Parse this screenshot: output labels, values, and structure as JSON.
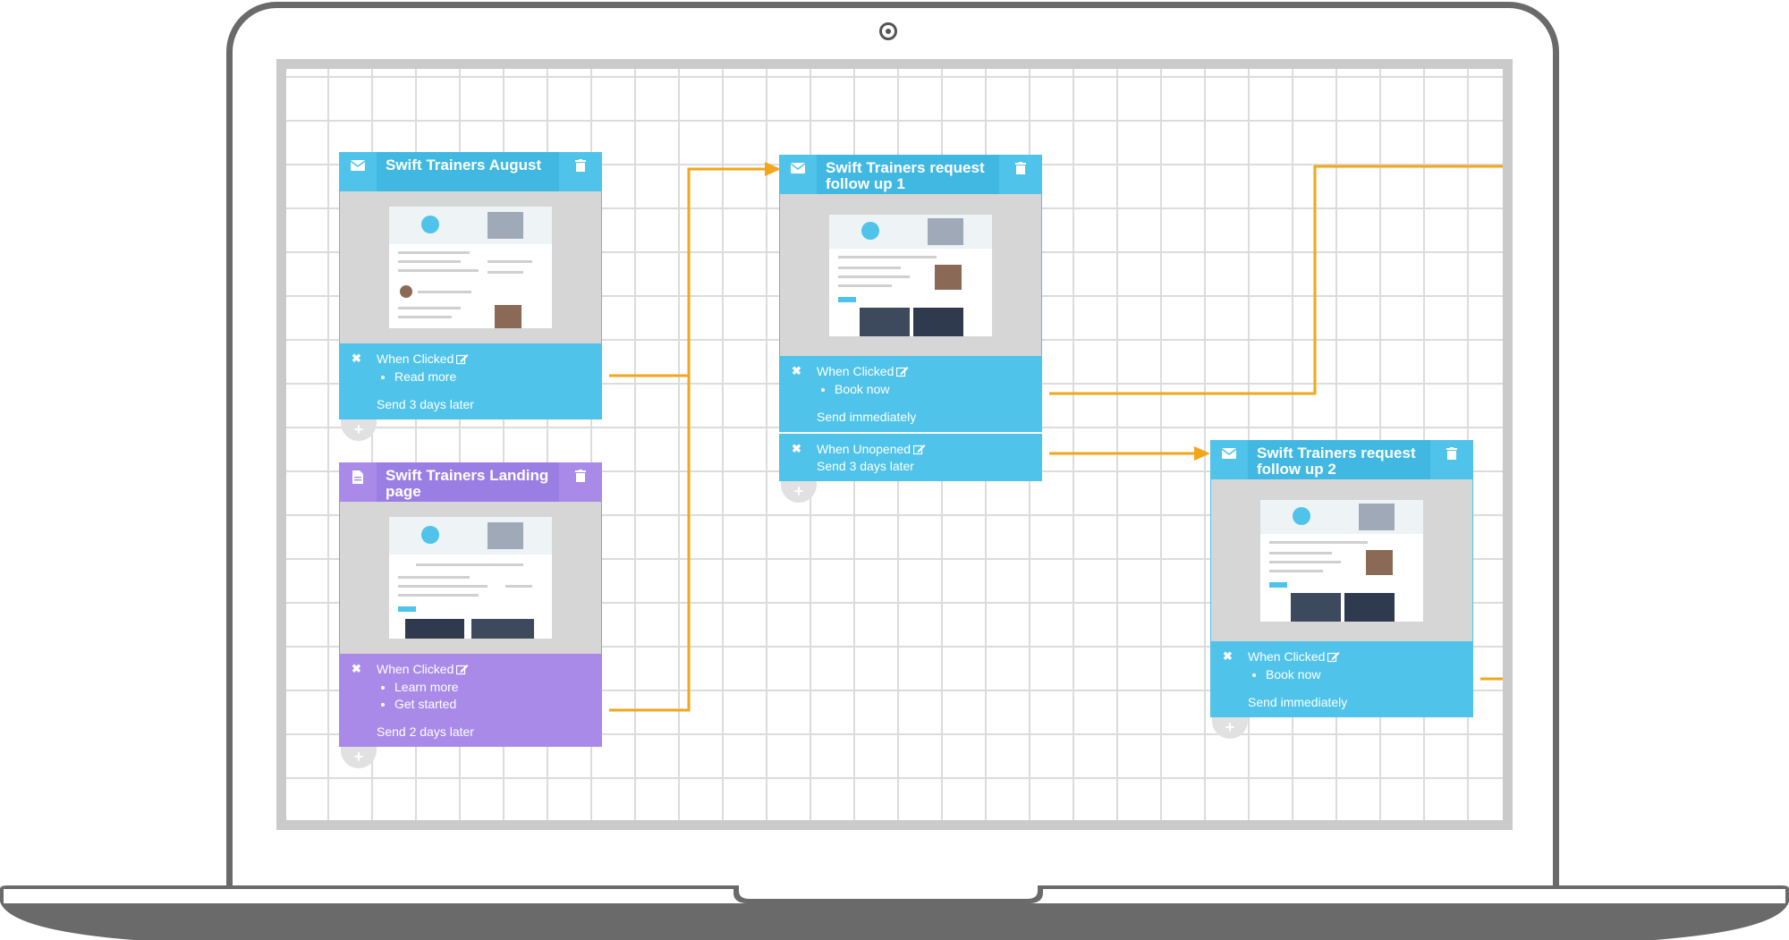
{
  "nodes": {
    "email_august": {
      "title": "Swift Trainers August",
      "type_icon": "envelope-icon",
      "condition": "When Clicked",
      "links": [
        "Read more"
      ],
      "delay": "Send 3 days later"
    },
    "landing_page": {
      "title": "Swift Trainers Landing page",
      "type_icon": "page-icon",
      "condition": "When Clicked",
      "links": [
        "Learn more",
        "Get started"
      ],
      "delay": "Send 2 days later"
    },
    "followup_1": {
      "title": "Swift Trainers request follow up 1",
      "type_icon": "envelope-icon",
      "condition": "When Clicked",
      "links": [
        "Book now"
      ],
      "delay": "Send immediately",
      "condition_2": "When Unopened",
      "delay_2": "Send 3 days later"
    },
    "followup_2": {
      "title": "Swift Trainers request follow up 2",
      "type_icon": "envelope-icon",
      "condition": "When Clicked",
      "links": [
        "Book now"
      ],
      "delay": "Send immediately"
    }
  },
  "add_button": "+",
  "colors": {
    "email_node": "#4fc3ea",
    "landing_node": "#a98ae9",
    "connector": "#f3a51b",
    "grid": "#dcdcdc"
  }
}
